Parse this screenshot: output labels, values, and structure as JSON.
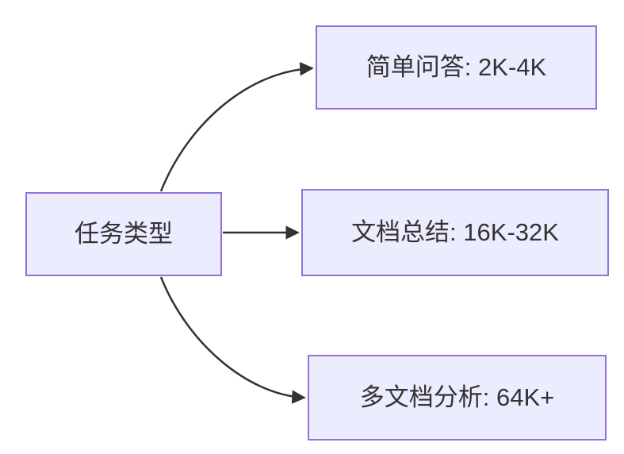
{
  "diagram": {
    "type": "flowchart-LR",
    "colors": {
      "background": "#ffffff",
      "node_fill": "#ECECFF",
      "node_border": "#9370DB",
      "text_color": "#333333",
      "edge_color": "#333333"
    },
    "nodes": [
      {
        "id": "task-type",
        "label": "任务类型"
      },
      {
        "id": "simple-qa",
        "label": "简单问答: 2K-4K"
      },
      {
        "id": "doc-summary",
        "label": "文档总结: 16K-32K"
      },
      {
        "id": "multi-doc",
        "label": "多文档分析: 64K+"
      }
    ],
    "edges": [
      {
        "from": "task-type",
        "to": "simple-qa"
      },
      {
        "from": "task-type",
        "to": "doc-summary"
      },
      {
        "from": "task-type",
        "to": "multi-doc"
      }
    ]
  }
}
